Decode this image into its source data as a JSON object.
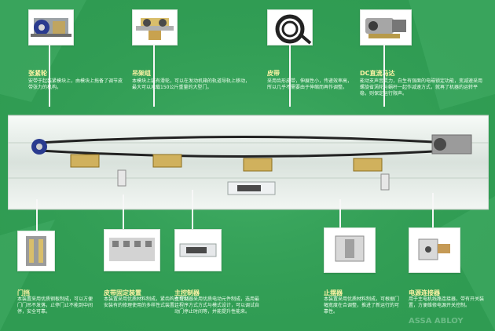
{
  "title": "",
  "components": {
    "top": [
      {
        "key": "tight_wheel",
        "label": "张紧轮",
        "desc": "安带于起装紧模块上，由模块上拖备了调节皮带张力的机构。"
      },
      {
        "key": "hanger_set",
        "label": "吊架组",
        "desc": "本模块上装有滑轮，可以在发动机箱的轨道导轨上移动，最大可以承载150公斤重量的大型门。"
      },
      {
        "key": "belt",
        "label": "皮带",
        "desc": "采用齿形皮带，伸展性小，传递效率高，所以几乎不需要由于伸缩而再作调整。"
      },
      {
        "key": "dc_motor",
        "label": "DC直流马达",
        "desc": "能动支声音灵力，白生有强面的电磁锁定功能，变减速采用螺旋省涡轮与蜗杆一起作减速方式，就再了机器的运转平稳，则保定运行限声。"
      }
    ],
    "bottom": [
      {
        "key": "door_clip",
        "label": "门挡",
        "desc": "本装置采用优质钢板制成，可以方便门门吊不发落，止停门止不能到中间停，安全可靠。"
      },
      {
        "key": "belt_fixer",
        "label": "皮带固定装置",
        "desc": "本装置采用优质材料制成，紧齿构有可以安装有的修理使用的多样性式装置。"
      },
      {
        "key": "main_controller",
        "label": "主控制器",
        "desc": "主控制器采用优质电动元件制成，选用最佳程序方式方式与模式设计，可以调试自动门停止时间等，并能提升性能来。"
      },
      {
        "key": "stopper",
        "label": "止摆器",
        "desc": "本装置采用优质材料制成，可根据门幅宽度在合调整，推进了新运行的可靠性。"
      },
      {
        "key": "power_connector",
        "label": "电源连接器",
        "desc": "用于主电机线路连接器，带有开关装置，方便维修电源开关控制。"
      }
    ]
  },
  "colors": {
    "background": "#2f9b52",
    "label": "#fff4a6",
    "text": "#f0fff0",
    "rail": "#e6ebe8",
    "connector": "#f7f7f7"
  },
  "icons": {
    "tight_wheel": "pulley-icon",
    "hanger_set": "hanger-icon",
    "belt": "belt-icon",
    "dc_motor": "motor-icon",
    "door_clip": "clip-icon",
    "belt_fixer": "belt-clamp-icon",
    "main_controller": "controller-icon",
    "stopper": "stopper-icon",
    "power_connector": "connector-icon"
  },
  "watermark": "ASSA ABLOY"
}
